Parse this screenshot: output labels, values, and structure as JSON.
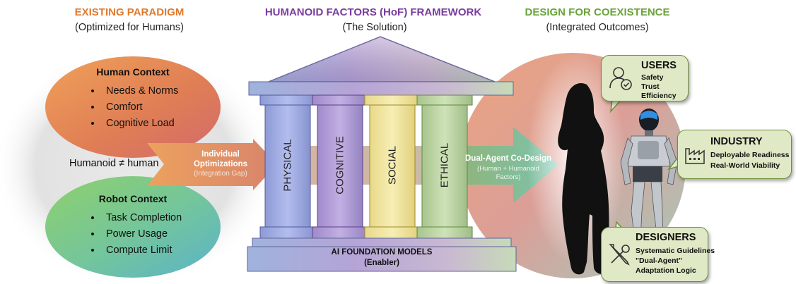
{
  "headers": {
    "left": {
      "title": "EXISTING PARADIGM",
      "subtitle": "(Optimized for Humans)",
      "color": "#e07a2e"
    },
    "middle": {
      "title": "HUMANOID FACTORS (HoF) FRAMEWORK",
      "subtitle": "(The Solution)",
      "color": "#7a3b9e"
    },
    "right": {
      "title": "DESIGN FOR COEXISTENCE",
      "subtitle": "(Integrated Outcomes)",
      "color": "#6aa33a"
    }
  },
  "human_context": {
    "title": "Human Context",
    "items": [
      "Needs & Norms",
      "Comfort",
      "Cognitive Load"
    ]
  },
  "robot_context": {
    "title": "Robot Context",
    "items": [
      "Task Completion",
      "Power Usage",
      "Compute Limit"
    ]
  },
  "separator_label": "Humanoid ≠ human",
  "left_arrow": {
    "title": "Individual Optimizations",
    "subtitle": "(Integration Gap)"
  },
  "pillars": [
    "PHYSICAL",
    "COGNITIVE",
    "SOCIAL",
    "ETHICAL"
  ],
  "foundation": {
    "title": "AI FOUNDATION MODELS",
    "subtitle": "(Enabler)"
  },
  "right_arrow": {
    "title": "Dual-Agent Co-Design",
    "subtitle": "(Human + Humanoid Factors)"
  },
  "callouts": {
    "users": {
      "title": "USERS",
      "lines": [
        "Safety",
        "Trust",
        "Efficiency"
      ],
      "icon": "user-check-icon"
    },
    "industry": {
      "title": "INDUSTRY",
      "lines": [
        "Deployable Readiness",
        "Real-World Viability"
      ],
      "icon": "factory-icon"
    },
    "designers": {
      "title": "DESIGNERS",
      "lines": [
        "Systematic Guidelines",
        "\"Dual-Agent\"",
        "Adaptation Logic"
      ],
      "icon": "tools-pencil-icon"
    }
  }
}
